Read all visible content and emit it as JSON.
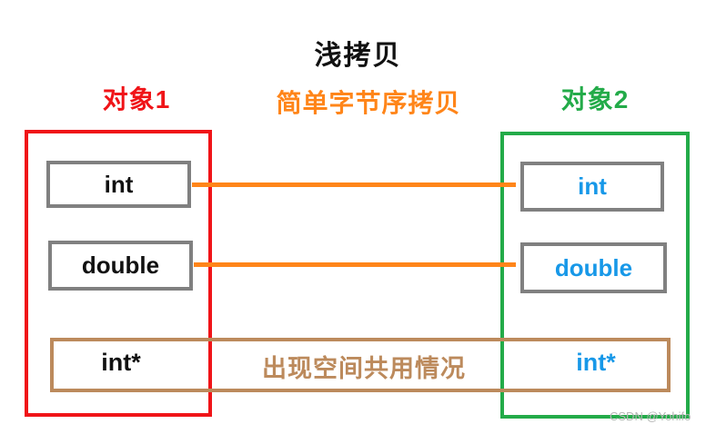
{
  "title": "浅拷贝",
  "header": {
    "object1_label": "对象1",
    "copy_method_label": "简单字节序拷贝",
    "object2_label": "对象2"
  },
  "object1": {
    "fields": [
      "int",
      "double",
      "int*"
    ]
  },
  "object2": {
    "fields": [
      "int",
      "double",
      "int*"
    ]
  },
  "shared_region": {
    "note": "出现空间共用情况"
  },
  "watermark": "CSDN @Yohifo",
  "colors": {
    "title_black": "#111111",
    "object1_red": "#f01418",
    "object2_green": "#23ab49",
    "copy_orange": "#ff8519",
    "shared_brown": "#bc8a5c",
    "field_blue": "#1798e8",
    "field_border_gray": "#808080",
    "watermark_gray": "#b5b5b5"
  }
}
